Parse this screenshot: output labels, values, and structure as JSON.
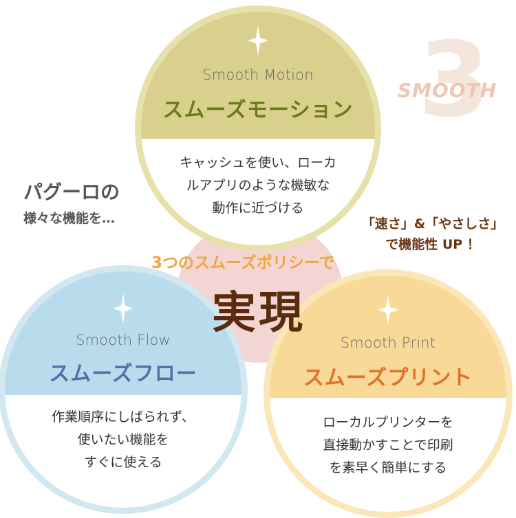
{
  "intro": {
    "title": "パグーロの",
    "subtitle": "様々な機能を…"
  },
  "badge": {
    "number": "3",
    "word": "SMOOTH"
  },
  "tagline": {
    "line1": "「速さ」&「やさしさ」",
    "line2": "で機能性 UP ！"
  },
  "center": {
    "policy": "3つのスムーズポリシーで",
    "result": "実現"
  },
  "circles": {
    "motion": {
      "en": "Smooth Motion",
      "jp": "スムーズモーション",
      "desc": [
        "キャッシュを使い、ローカ",
        "ルアプリのような機敏な",
        "動作に近づける"
      ]
    },
    "flow": {
      "en": "Smooth Flow",
      "jp": "スムーズフロー",
      "desc": [
        "作業順序にしばられず、",
        "使いたい機能を",
        "すぐに使える"
      ]
    },
    "print": {
      "en": "Smooth Print",
      "jp": "スムーズプリント",
      "desc": [
        "ローカルプリンターを",
        "直接動かすことで印刷",
        "を素早く簡単にする"
      ]
    }
  },
  "colors": {
    "motion_title": "#6b7a1b",
    "flow_title": "#5b6ba6",
    "print_title": "#e0702a",
    "result_text": "#5a2c0e",
    "policy_text": "#f0a53a"
  },
  "icons": {
    "circle_marker": "sparkle-star-icon"
  }
}
